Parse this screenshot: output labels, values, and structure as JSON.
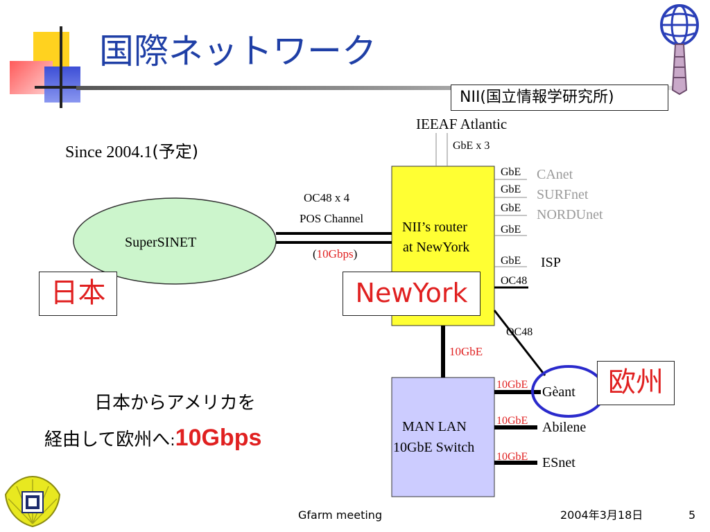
{
  "slide": {
    "title": "国際ネットワーク",
    "since": "Since 2004.1",
    "planned": "(予定)",
    "nii_box": "NII(国立情報学研究所)",
    "footer_center": "Gfarm meeting",
    "footer_date": "2004年3月18日",
    "page_number": "5"
  },
  "diagram": {
    "supersinet": "SuperSINET",
    "japan": "日本",
    "newyork": "NewYork",
    "europe": "欧州",
    "oc48x4": "OC48 x 4",
    "pos_channel": "POS Channel",
    "open_paren": "(",
    "gbps10": "10Gbps",
    "close_paren": ")",
    "ieeaf": "IEEAF Atlantic",
    "gbe_x3": "GbE x 3",
    "router_line1": "NII’s router",
    "router_line2": "at NewYork",
    "gbe1": "GbE",
    "gbe2": "GbE",
    "gbe3": "GbE",
    "gbe4": "GbE",
    "gbe5": "GbE",
    "oc48_port": "OC48",
    "canet": "CAnet",
    "surfnet": "SURFnet",
    "nordunet": "NORDUnet",
    "isp": "ISP",
    "oc48_link": "OC48",
    "gbe10_link": "10GbE",
    "manlan_line1": "MAN LAN",
    "manlan_line2": "10GbE Switch",
    "gbe10_a": "10GbE",
    "gbe10_b": "10GbE",
    "gbe10_c": "10GbE",
    "geant": "Gèant",
    "abilene": "Abilene",
    "esnet": "ESnet",
    "caption_line1": "日本からアメリカを",
    "caption_line2": "経由して欧州へ",
    "caption_colon": ":",
    "caption_highlight": "10Gbps"
  },
  "colors": {
    "title_blue": "#1f3fa6",
    "red": "#e02020",
    "router_yellow": "#ffff33",
    "manlan_lavender": "#ccccff",
    "ellipse_green": "#ccf5cc",
    "europe_ring": "#2a2acc",
    "gray_text": "#9a9a9a"
  },
  "icons": {
    "top_left": "decorative-squares-icon",
    "top_right": "globe-figure-logo-icon",
    "bottom_left": "ginkgo-seal-logo-icon"
  }
}
